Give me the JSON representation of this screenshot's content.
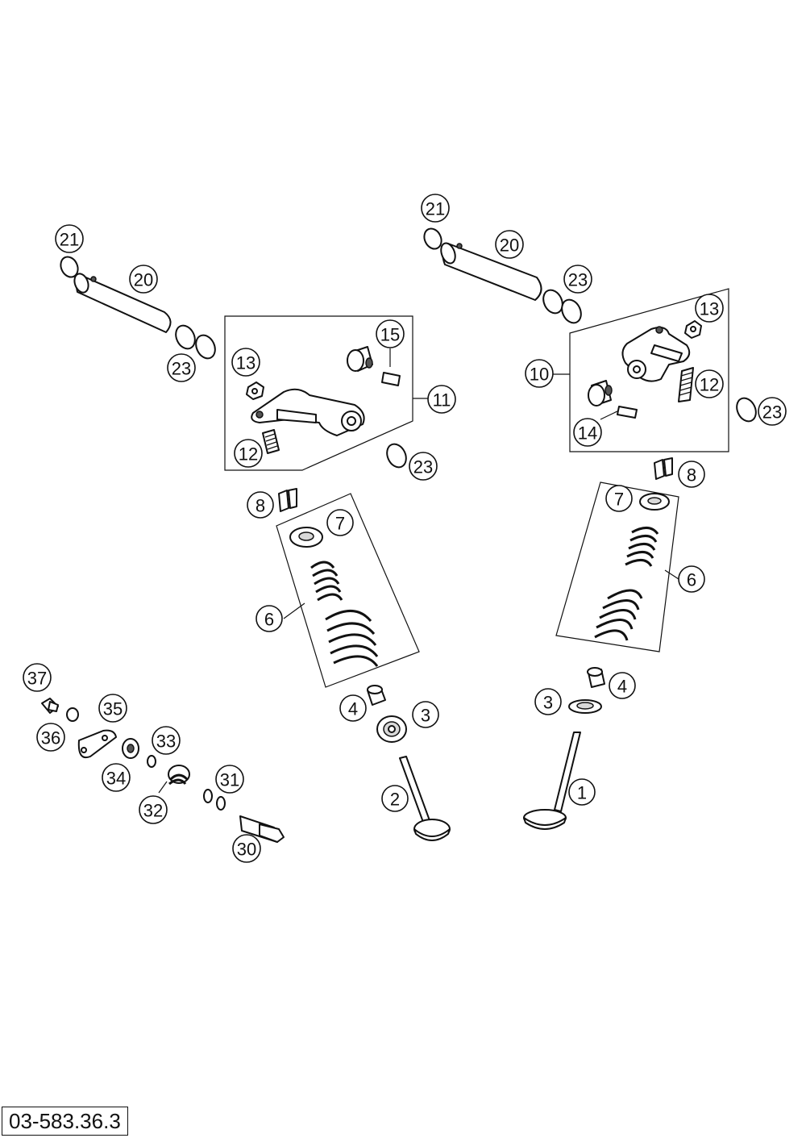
{
  "drawing_number": "03-583.36.3",
  "callouts": {
    "c1": "1",
    "c2": "2",
    "c3_right": "3",
    "c3_left": "3",
    "c4_left": "4",
    "c4_right": "4",
    "c6_left": "6",
    "c6_right": "6",
    "c7_left": "7",
    "c7_right": "7",
    "c8_left": "8",
    "c8_right": "8",
    "c10": "10",
    "c11": "11",
    "c12_left": "12",
    "c12_right": "12",
    "c13_left": "13",
    "c13_right": "13",
    "c14": "14",
    "c15": "15",
    "c20_left": "20",
    "c20_right": "20",
    "c21_left": "21",
    "c21_right": "21",
    "c23_a": "23",
    "c23_b": "23",
    "c23_c": "23",
    "c23_d": "23",
    "c30": "30",
    "c31": "31",
    "c32": "32",
    "c33": "33",
    "c34": "34",
    "c35": "35",
    "c36": "36",
    "c37": "37"
  }
}
